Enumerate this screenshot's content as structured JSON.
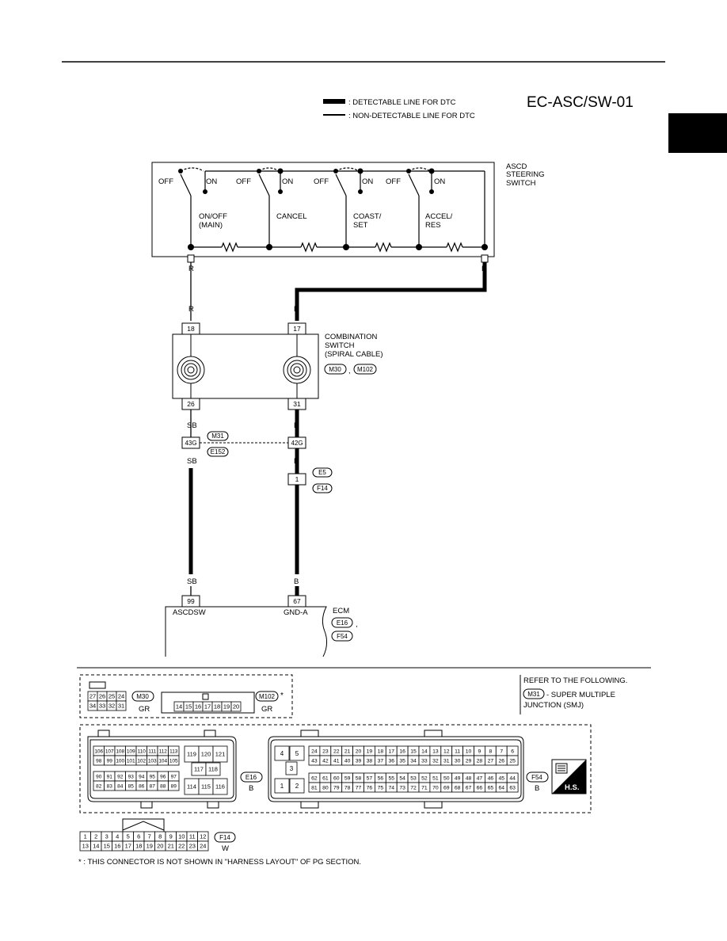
{
  "page": {
    "diagram_code": "EC-ASC/SW-01"
  },
  "legend": {
    "detectable": ": DETECTABLE LINE FOR DTC",
    "non_detectable": ": NON-DETECTABLE LINE FOR DTC"
  },
  "steering_switch": {
    "label": [
      "ASCD",
      "STEERING",
      "SWITCH"
    ],
    "off": "OFF",
    "on": "ON",
    "switches": [
      {
        "label": [
          "ON/OFF",
          "(MAIN)"
        ]
      },
      {
        "label": [
          "CANCEL"
        ]
      },
      {
        "label": [
          "COAST/",
          "SET"
        ]
      },
      {
        "label": [
          "ACCEL/",
          "RES"
        ]
      }
    ]
  },
  "wire_colors": {
    "R": "R",
    "B": "B",
    "SB": "SB"
  },
  "combination_switch": {
    "label": [
      "COMBINATION",
      "SWITCH",
      "(SPIRAL CABLE)"
    ],
    "connectors": [
      "M30",
      "M102"
    ],
    "terminals": {
      "in_left": "18",
      "in_right": "17",
      "out_left": "26",
      "out_right": "31"
    }
  },
  "smj": {
    "connectors": [
      "M31",
      "E152"
    ],
    "terminal_left": "43G",
    "terminal_right": "42G"
  },
  "junction": {
    "terminal": "1",
    "connectors": [
      "E5",
      "F14"
    ]
  },
  "ecm": {
    "label": "ECM",
    "connectors": [
      "E16",
      "F54"
    ],
    "terminals": [
      {
        "num": "99",
        "name": "ASCDSW"
      },
      {
        "num": "67",
        "name": "GND-A"
      }
    ]
  },
  "connector_views": {
    "m30": {
      "name": "M30",
      "color": "GR",
      "top": [
        "27",
        "26",
        "25",
        "24"
      ],
      "bottom": [
        "34",
        "33",
        "32",
        "31"
      ]
    },
    "m102": {
      "name": "M102",
      "color": "GR",
      "cells": [
        "14",
        "15",
        "16",
        "17",
        "18",
        "19",
        "20"
      ],
      "asterisk": "*"
    },
    "e16": {
      "name": "E16",
      "color": "B",
      "rows": [
        [
          "106",
          "107",
          "108",
          "109",
          "110",
          "111",
          "112",
          "113"
        ],
        [
          "98",
          "99",
          "100",
          "101",
          "102",
          "103",
          "104",
          "105"
        ],
        [
          "90",
          "91",
          "92",
          "93",
          "94",
          "95",
          "96",
          "97"
        ],
        [
          "82",
          "83",
          "84",
          "85",
          "86",
          "87",
          "88",
          "89"
        ]
      ],
      "right": {
        "top": [
          "119",
          "120",
          "121"
        ],
        "mid": [
          "117",
          "118"
        ],
        "bot": [
          "114",
          "115",
          "116"
        ]
      }
    },
    "f54": {
      "name": "F54",
      "color": "B",
      "left": [
        "4",
        "5",
        "3",
        "1",
        "2"
      ],
      "rows": [
        [
          "24",
          "23",
          "22",
          "21",
          "20",
          "19",
          "18",
          "17",
          "16",
          "15",
          "14",
          "13",
          "12",
          "11",
          "10",
          "9",
          "8",
          "7",
          "6"
        ],
        [
          "43",
          "42",
          "41",
          "40",
          "39",
          "38",
          "37",
          "36",
          "35",
          "34",
          "33",
          "32",
          "31",
          "30",
          "29",
          "28",
          "27",
          "26",
          "25"
        ],
        [
          "62",
          "61",
          "60",
          "59",
          "58",
          "57",
          "56",
          "55",
          "54",
          "53",
          "52",
          "51",
          "50",
          "49",
          "48",
          "47",
          "46",
          "45",
          "44"
        ],
        [
          "81",
          "80",
          "79",
          "78",
          "77",
          "76",
          "75",
          "74",
          "73",
          "72",
          "71",
          "70",
          "69",
          "68",
          "67",
          "66",
          "65",
          "64",
          "63"
        ]
      ]
    },
    "f14": {
      "name": "F14",
      "color": "W",
      "top": [
        "1",
        "2",
        "3",
        "4",
        "5",
        "6",
        "7",
        "8",
        "9",
        "10",
        "11",
        "12"
      ],
      "bottom": [
        "13",
        "14",
        "15",
        "16",
        "17",
        "18",
        "19",
        "20",
        "21",
        "22",
        "23",
        "24"
      ]
    }
  },
  "refer": {
    "heading": "REFER TO THE FOLLOWING.",
    "connector": "M31",
    "text1": "- SUPER MULTIPLE",
    "text2": "JUNCTION (SMJ)"
  },
  "hs_label": "H.S.",
  "footnote": "* : THIS CONNECTOR IS NOT SHOWN IN \"HARNESS LAYOUT\" OF PG SECTION."
}
